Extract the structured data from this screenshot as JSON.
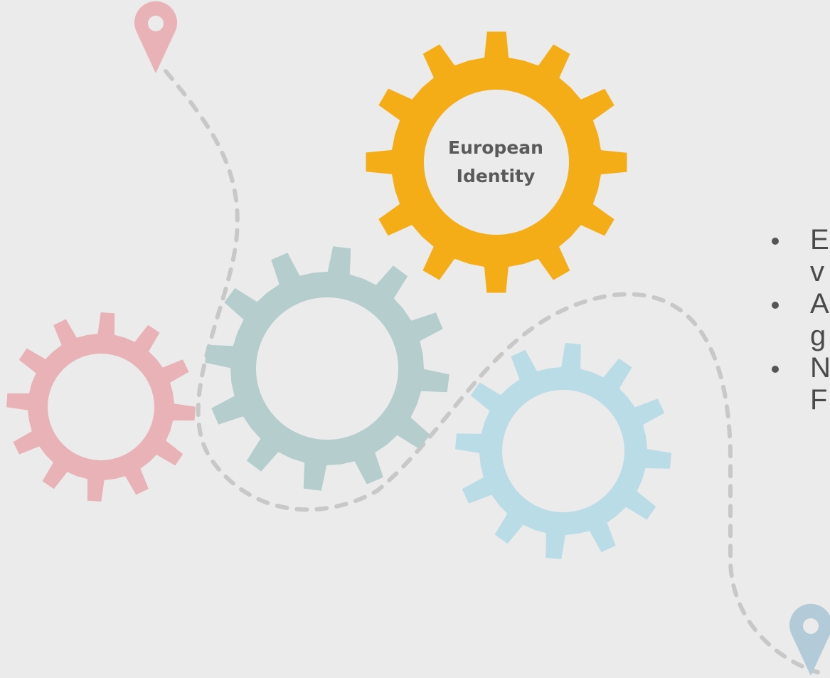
{
  "gears": [
    {
      "name": "gear-orange",
      "label_lines": [
        "European",
        "Identity"
      ],
      "color": "#f5ad17"
    },
    {
      "name": "gear-teal",
      "label_lines": [],
      "color": "#b5cdcd"
    },
    {
      "name": "gear-pink",
      "label_lines": [],
      "color": "#e8b2b6"
    },
    {
      "name": "gear-light-blue",
      "label_lines": [],
      "color": "#badce7"
    }
  ],
  "markers": [
    {
      "name": "location-pin-start",
      "color": "#e8b2b6"
    },
    {
      "name": "location-pin-end",
      "color": "#b3cbd8"
    }
  ],
  "path_color": "#c8c8c8",
  "background": "#ebebeb",
  "bullets": [
    {
      "first": "E",
      "second": "v"
    },
    {
      "first": "A",
      "second": "g"
    },
    {
      "first": "N",
      "second": "F"
    }
  ]
}
